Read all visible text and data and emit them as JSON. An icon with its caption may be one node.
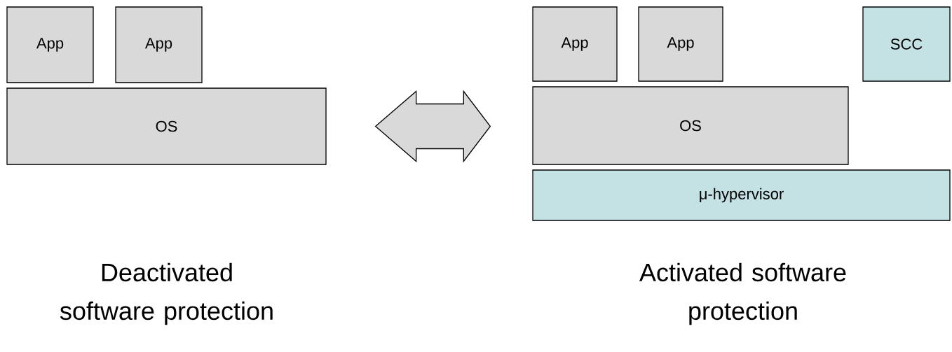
{
  "diagram": {
    "nodes": [
      {
        "text": [
          "App"
        ]
      },
      {
        "text": [
          "App"
        ]
      },
      {
        "text": [
          "OS"
        ]
      },
      {
        "text": [
          "App"
        ]
      },
      {
        "text": [
          "App"
        ]
      },
      {
        "text": [
          "SCC"
        ]
      },
      {
        "text": [
          "OS"
        ]
      },
      {
        "text": [
          "μ-hypervisor"
        ]
      }
    ],
    "edges": [
      {
        "from": 2,
        "to": 6,
        "arrow": "both"
      }
    ],
    "labels": [
      "Deactivated software protection",
      "Activated software protection"
    ]
  }
}
